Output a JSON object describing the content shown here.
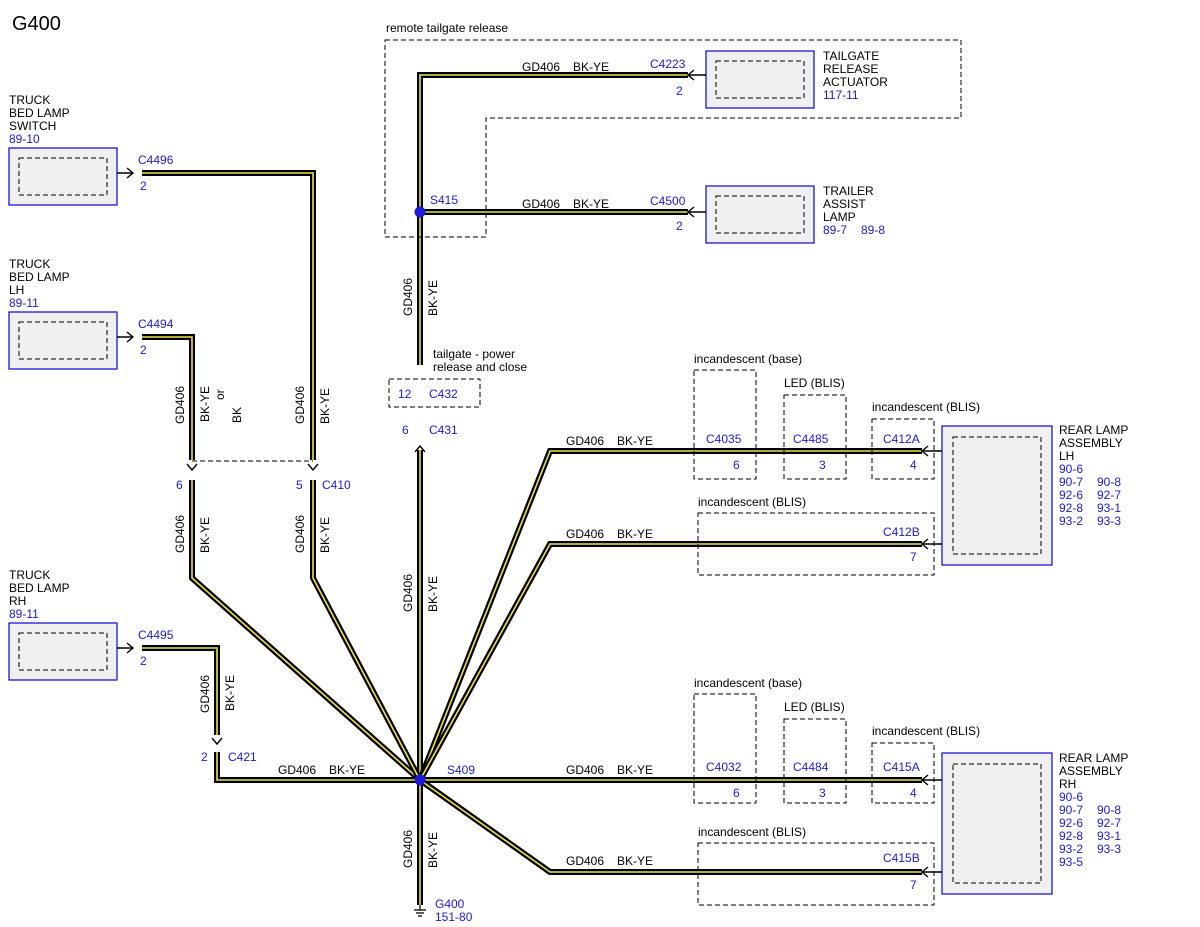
{
  "diagram_title": "G400",
  "circuit": "GD406",
  "color": "BK-YE",
  "colors": {
    "wire_outer": "#000000",
    "wire_stripe": "#ede24a",
    "blue_text": "#1a1adb",
    "splice": "#1a1adb"
  },
  "components": {
    "bed_switch": {
      "lines": [
        "TRUCK",
        "BED LAMP",
        "SWITCH"
      ],
      "ref": "89-10"
    },
    "bed_lh": {
      "lines": [
        "TRUCK",
        "BED LAMP",
        "LH"
      ],
      "ref": "89-11"
    },
    "bed_rh": {
      "lines": [
        "TRUCK",
        "BED LAMP",
        "RH"
      ],
      "ref": "89-11"
    },
    "tailgate_actuator": {
      "lines": [
        "TAILGATE",
        "RELEASE",
        "ACTUATOR"
      ],
      "ref": "117-11"
    },
    "trailer_assist": {
      "lines": [
        "TRAILER",
        "ASSIST",
        "LAMP"
      ],
      "refs": [
        "89-7",
        "89-8"
      ]
    },
    "rear_lh": {
      "lines": [
        "REAR LAMP",
        "ASSEMBLY",
        "LH"
      ],
      "refs": [
        "90-6",
        "90-7",
        "90-8",
        "92-6",
        "92-7",
        "92-8",
        "93-1",
        "93-2",
        "93-3"
      ]
    },
    "rear_rh": {
      "lines": [
        "REAR LAMP",
        "ASSEMBLY",
        "RH"
      ],
      "refs": [
        "90-6",
        "90-7",
        "90-8",
        "92-6",
        "92-7",
        "92-8",
        "93-1",
        "93-2",
        "93-3",
        "93-5"
      ]
    }
  },
  "connectors": {
    "c4496": {
      "name": "C4496",
      "pin": "2"
    },
    "c4494": {
      "name": "C4494",
      "pin": "2"
    },
    "c4495": {
      "name": "C4495",
      "pin": "2"
    },
    "c4223": {
      "name": "C4223",
      "pin": "2"
    },
    "c4500": {
      "name": "C4500",
      "pin": "2"
    },
    "c410": {
      "name": "C410",
      "pins": [
        "6",
        "5"
      ]
    },
    "c421": {
      "name": "C421",
      "pin": "2"
    },
    "c432": {
      "name": "C432",
      "pin": "12"
    },
    "c431": {
      "name": "C431",
      "pin": "6"
    },
    "c4035": {
      "name": "C4035",
      "pin": "6"
    },
    "c4485": {
      "name": "C4485",
      "pin": "3"
    },
    "c412a": {
      "name": "C412A",
      "pin": "4"
    },
    "c412b": {
      "name": "C412B",
      "pin": "7"
    },
    "c4032": {
      "name": "C4032",
      "pin": "6"
    },
    "c4484": {
      "name": "C4484",
      "pin": "3"
    },
    "c415a": {
      "name": "C415A",
      "pin": "4"
    },
    "c415b": {
      "name": "C415B",
      "pin": "7"
    }
  },
  "splices": {
    "s415": "S415",
    "s409": "S409"
  },
  "ground": {
    "name": "G400",
    "ref": "151-80"
  },
  "notes": {
    "remote_tailgate": "remote tailgate release",
    "tailgate_power": [
      "tailgate - power",
      "release and close"
    ],
    "incandescent_base": "incandescent (base)",
    "led_blis": "LED (BLIS)",
    "incandescent_blis": "incandescent (BLIS)",
    "or_text": "or",
    "alt_color": "BK"
  }
}
